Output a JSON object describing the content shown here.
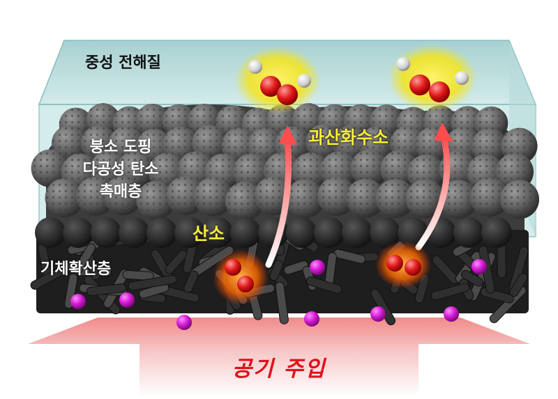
{
  "labels": {
    "electrolyte": "중성 전해질",
    "catalyst_lines": [
      "붕소 도핑",
      "다공성 탄소",
      "촉매층"
    ],
    "hydrogen_peroxide": "과산화수소",
    "oxygen": "산소",
    "gas_diffusion_layer": "기체확산층",
    "air_injection": "공기 주입"
  },
  "colors": {
    "electrolyte_box": "#bfe3e3",
    "catalyst_sphere": "#6c6c6c",
    "fiber": "#3a3a3a",
    "dopant_atom": "#d41ad4",
    "oxygen_atom": "#e01a1a",
    "hydrogen_atom": "#e8e8e8",
    "label_yellow": "#f7ee3a",
    "arrow": "#ff5a5a",
    "air_label": "#e0101a"
  },
  "icons": {
    "molecule_h2o2": "hydrogen-peroxide-molecule-icon",
    "molecule_o2": "oxygen-molecule-icon",
    "arrow": "curved-arrow-up-icon"
  }
}
